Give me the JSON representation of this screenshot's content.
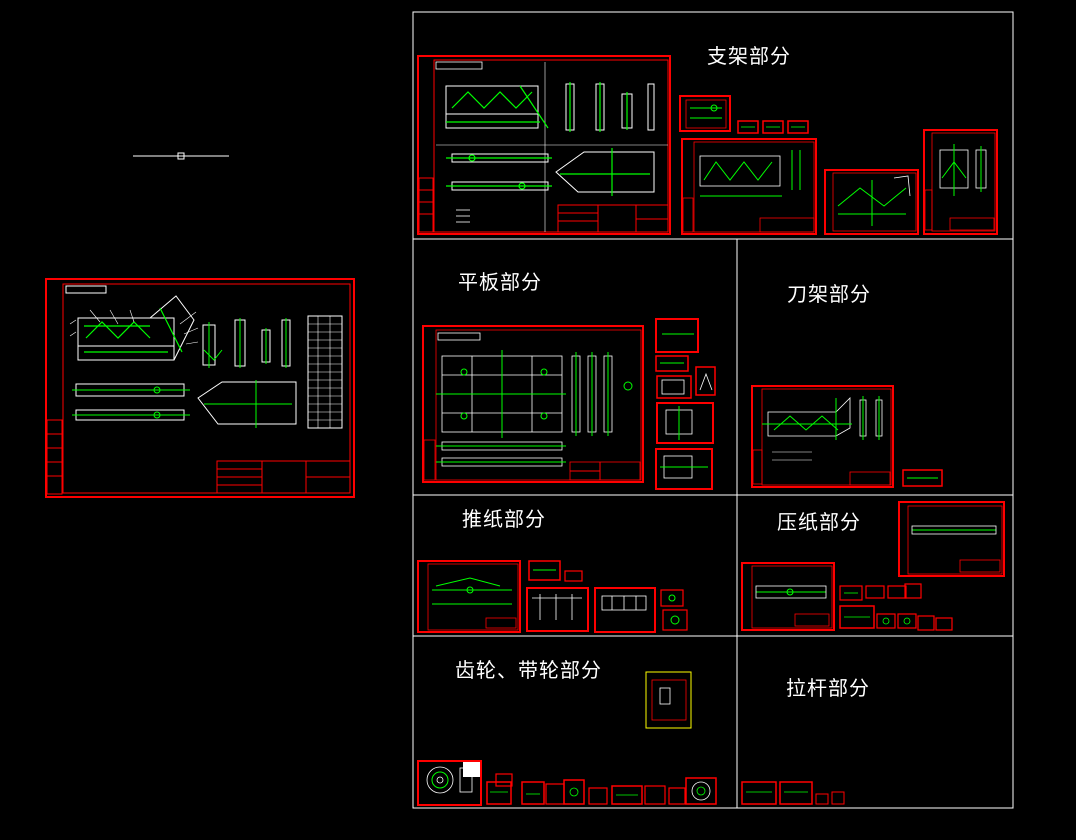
{
  "colors": {
    "background": "#000000",
    "frame": "#ffffff",
    "border": "#ff0000",
    "geometry": "#00ff00",
    "detail": "#ffffff",
    "highlight": "#ffff00"
  },
  "sections": {
    "support": {
      "label": "支架部分"
    },
    "plate": {
      "label": "平板部分"
    },
    "knife": {
      "label": "刀架部分"
    },
    "push": {
      "label": "推纸部分"
    },
    "press": {
      "label": "压纸部分"
    },
    "gear": {
      "label": "齿轮、带轮部分"
    },
    "rod": {
      "label": "拉杆部分"
    }
  }
}
